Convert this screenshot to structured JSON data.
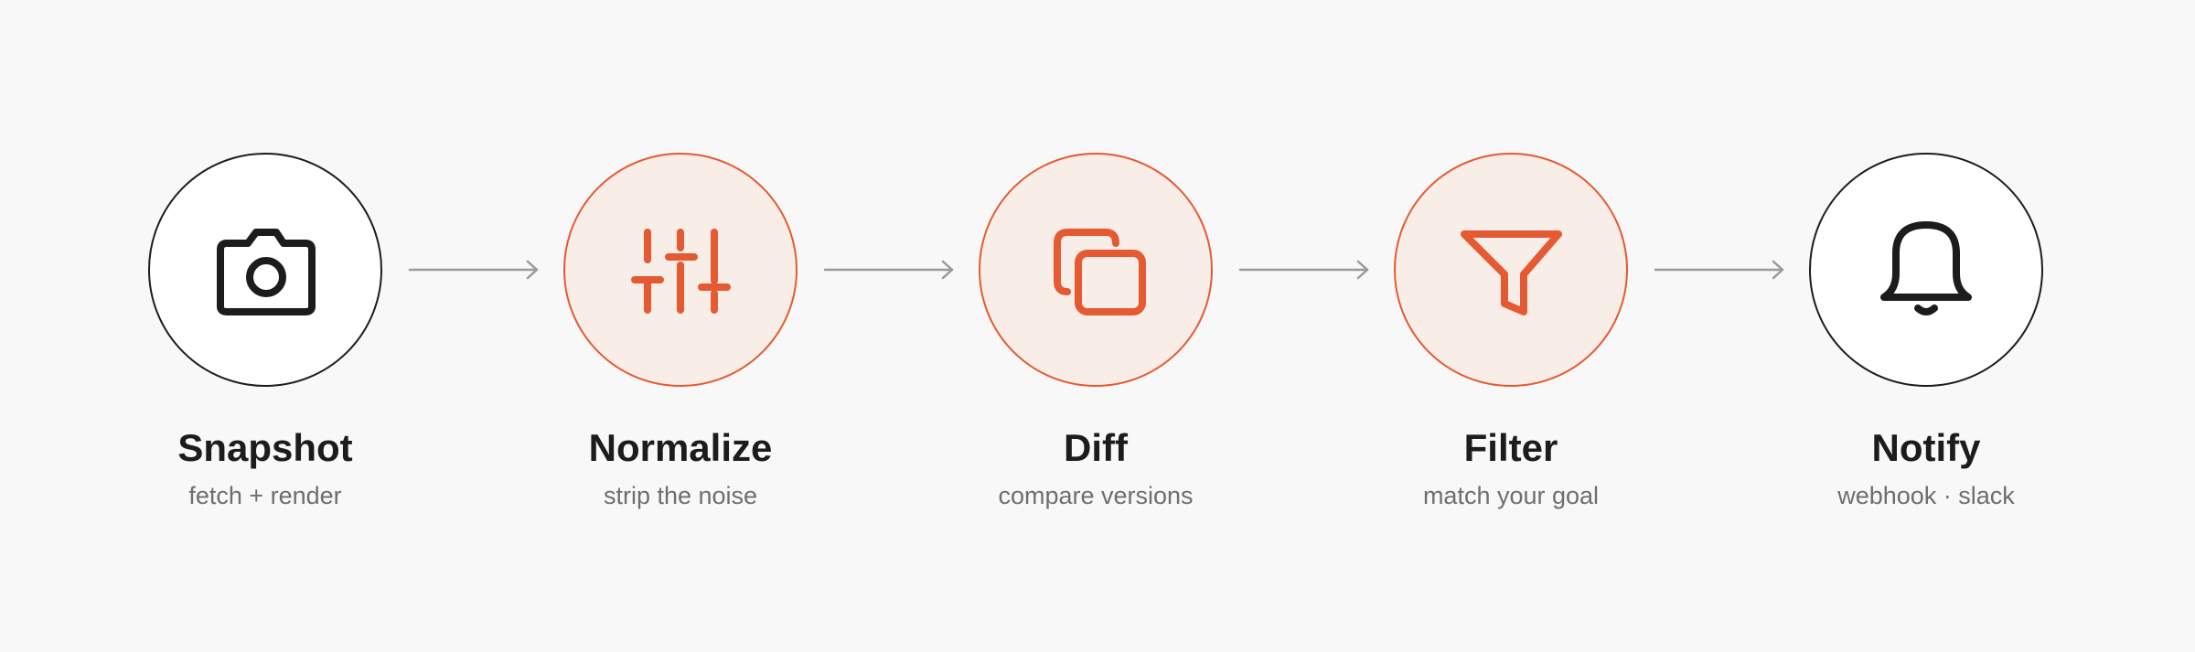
{
  "colors": {
    "background": "#f8f8f8",
    "accent": "#e55a33",
    "accent_fill": "#f9ede8",
    "neutral_stroke": "#1c1c1c",
    "arrow": "#9a9a9a",
    "subtitle": "#6e6e6e"
  },
  "steps": [
    {
      "title": "Snapshot",
      "subtitle": "fetch + render",
      "icon": "camera-icon",
      "style": "neutral"
    },
    {
      "title": "Normalize",
      "subtitle": "strip the noise",
      "icon": "sliders-icon",
      "style": "accent"
    },
    {
      "title": "Diff",
      "subtitle": "compare versions",
      "icon": "copy-icon",
      "style": "accent"
    },
    {
      "title": "Filter",
      "subtitle": "match your goal",
      "icon": "funnel-icon",
      "style": "accent"
    },
    {
      "title": "Notify",
      "subtitle": "webhook · slack",
      "icon": "bell-icon",
      "style": "neutral"
    }
  ]
}
